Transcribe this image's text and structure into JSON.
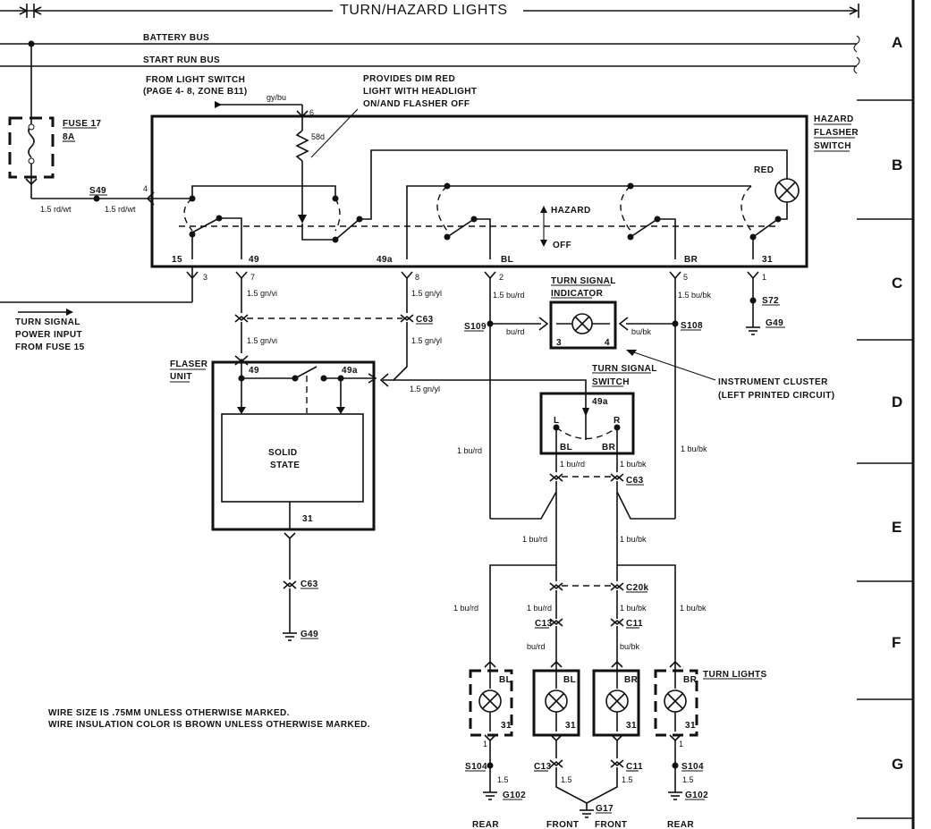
{
  "title": "TURN/HAZARD LIGHTS",
  "zones": [
    "A",
    "B",
    "C",
    "D",
    "E",
    "F",
    "G"
  ],
  "buses": {
    "battery": "BATTERY BUS",
    "start_run": "START RUN BUS"
  },
  "from_light_switch": [
    "FROM LIGHT SWITCH",
    "(PAGE 4- 8, ZONE B11)"
  ],
  "dim_note": [
    "PROVIDES DIM RED",
    "LIGHT WITH HEADLIGHT",
    "ON/AND FLASHER OFF"
  ],
  "fuse": {
    "name": "FUSE 17",
    "rating": "8A"
  },
  "splices": {
    "s49": "S49",
    "s72": "S72",
    "s109": "S109",
    "s108": "S108",
    "s104": "S104"
  },
  "grounds": {
    "g49": "G49",
    "g102": "G102",
    "g17": "G17"
  },
  "connectors": {
    "c63": "C63",
    "c20k": "C20k",
    "c13": "C13",
    "c11": "C11"
  },
  "hazard_switch": {
    "label": [
      "HAZARD",
      "FLASHER",
      "SWITCH"
    ],
    "red": "RED",
    "hazard": "HAZARD",
    "off": "OFF",
    "terminals": {
      "t15": "15",
      "t49": "49",
      "t49a": "49a",
      "tBL": "BL",
      "tBR": "BR",
      "t31": "31",
      "t58d": "58d"
    },
    "pins": {
      "p1": "1",
      "p2": "2",
      "p3": "3",
      "p4": "4",
      "p5": "5",
      "p6": "6",
      "p7": "7",
      "p8": "8"
    }
  },
  "turn_signal_power": [
    "TURN SIGNAL",
    "POWER INPUT",
    "FROM FUSE 15"
  ],
  "flasher": {
    "label": [
      "FLASER",
      "UNIT"
    ],
    "body": [
      "SOLID",
      "STATE"
    ],
    "t49": "49",
    "t49a": "49a",
    "t31": "31"
  },
  "indicator": {
    "label": [
      "TURN SIGNAL",
      "INDICATOR"
    ],
    "p3": "3",
    "p4": "4"
  },
  "instrument_cluster": [
    "INSTRUMENT CLUSTER",
    "(LEFT PRINTED CIRCUIT)"
  ],
  "turn_switch": {
    "label": [
      "TURN SIGNAL",
      "SWITCH"
    ],
    "t49a": "49a",
    "L": "L",
    "R": "R",
    "BL": "BL",
    "BR": "BR"
  },
  "wires": {
    "gy_bu": "gy/bu",
    "rd_wt": "1.5 rd/wt",
    "rd_wt2": "1.5 rd/wt",
    "gn_vi": "1.5 gn/vi",
    "gn_yl": "1.5 gn/yl",
    "bu_rd_15": "1.5 bu/rd",
    "bu_bk_15": "1.5 bu/bk",
    "bu_rd": "bu/rd",
    "bu_bk": "bu/bk",
    "one_bu_rd": "1 bu/rd",
    "one_bu_bk": "1 bu/bk",
    "one": "1",
    "one_five": "1.5"
  },
  "turn_lights": {
    "label": "TURN LIGHTS",
    "positions": [
      "REAR",
      "FRONT",
      "FRONT",
      "REAR"
    ]
  },
  "notes": [
    "WIRE SIZE IS .75MM UNLESS OTHERWISE MARKED.",
    "WIRE INSULATION COLOR IS BROWN UNLESS OTHERWISE MARKED."
  ]
}
